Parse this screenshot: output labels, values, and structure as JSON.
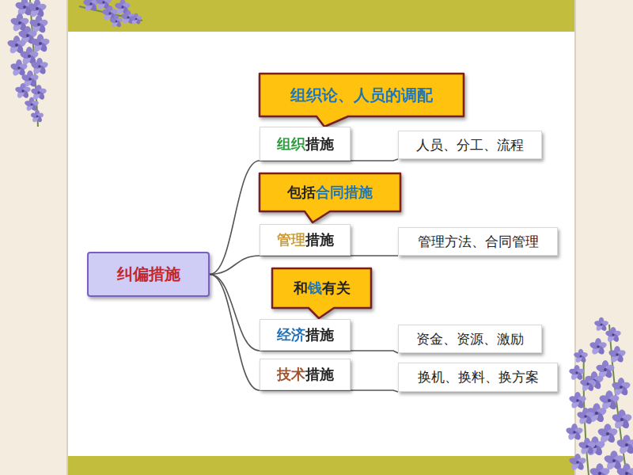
{
  "diagram": {
    "nodes": [
      {
        "text": [
          "纠偏措施"
        ]
      },
      {
        "text": [
          "组织论、人员的调配"
        ]
      },
      {
        "text": [
          "组织措施"
        ]
      },
      {
        "text": [
          "人员、分工、流程"
        ]
      },
      {
        "text": [
          "包括合同措施"
        ]
      },
      {
        "text": [
          "管理措施"
        ]
      },
      {
        "text": [
          "管理方法、合同管理"
        ]
      },
      {
        "text": [
          "和钱有关"
        ]
      },
      {
        "text": [
          "经济措施"
        ]
      },
      {
        "text": [
          "资金、资源、激励"
        ]
      },
      {
        "text": [
          "技术措施"
        ]
      },
      {
        "text": [
          "换机、换料、换方案"
        ]
      }
    ],
    "edges": [
      {
        "from": 0,
        "to": 2,
        "arrow": "none"
      },
      {
        "from": 0,
        "to": 5,
        "arrow": "none"
      },
      {
        "from": 0,
        "to": 8,
        "arrow": "none"
      },
      {
        "from": 0,
        "to": 10,
        "arrow": "none"
      },
      {
        "from": 2,
        "to": 3,
        "arrow": "none"
      },
      {
        "from": 5,
        "to": 6,
        "arrow": "none"
      },
      {
        "from": 8,
        "to": 9,
        "arrow": "none"
      },
      {
        "from": 10,
        "to": 11,
        "arrow": "none"
      }
    ]
  }
}
